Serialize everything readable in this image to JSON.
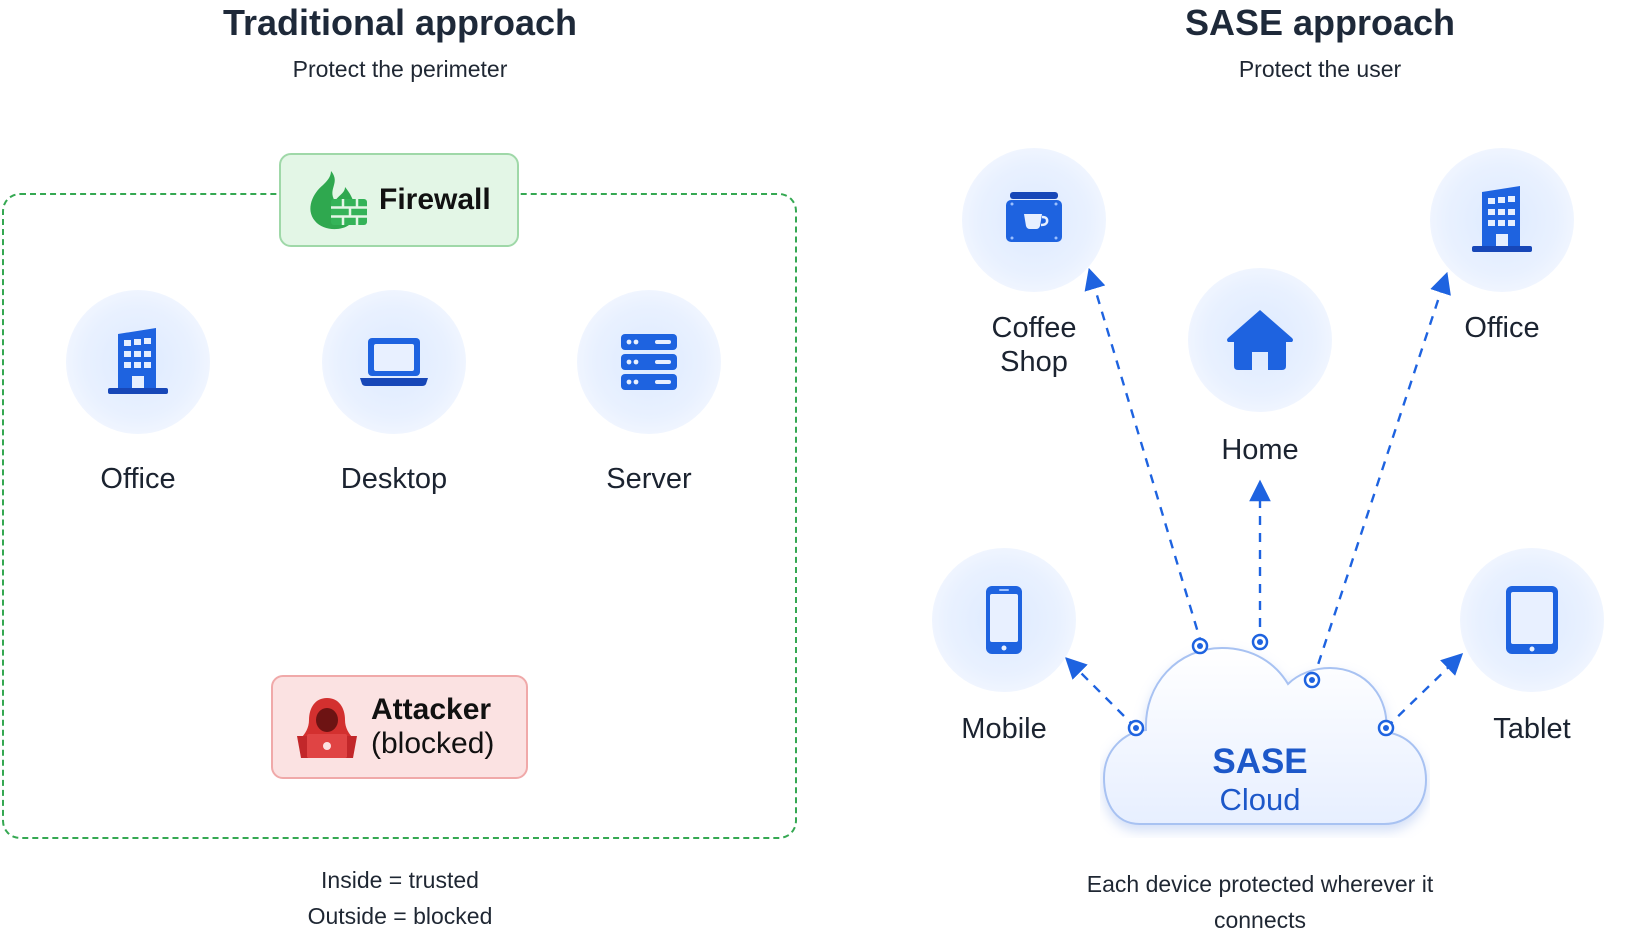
{
  "left": {
    "title": "Traditional approach",
    "subtitle": "Protect the perimeter",
    "firewall": "Firewall",
    "nodes": [
      "Office",
      "Desktop",
      "Server"
    ],
    "attacker_line1": "Attacker",
    "attacker_line2": "(blocked)",
    "note_line1": "Inside = trusted",
    "note_line2": "Outside = blocked"
  },
  "right": {
    "title": "SASE approach",
    "subtitle": "Protect the user",
    "coffee_line1": "Coffee",
    "coffee_line2": "Shop",
    "home": "Home",
    "office": "Office",
    "mobile": "Mobile",
    "tablet": "Tablet",
    "cloud_line1": "SASE",
    "cloud_line2": "Cloud",
    "note": "Each device protected wherever it connects"
  },
  "colors": {
    "icon_blue": "#1e63e0",
    "firewall_green": "#2fa84f",
    "attacker_red": "#d3302f",
    "cloud_text": "#1d58c9",
    "perimeter_dash": "#35a852"
  }
}
